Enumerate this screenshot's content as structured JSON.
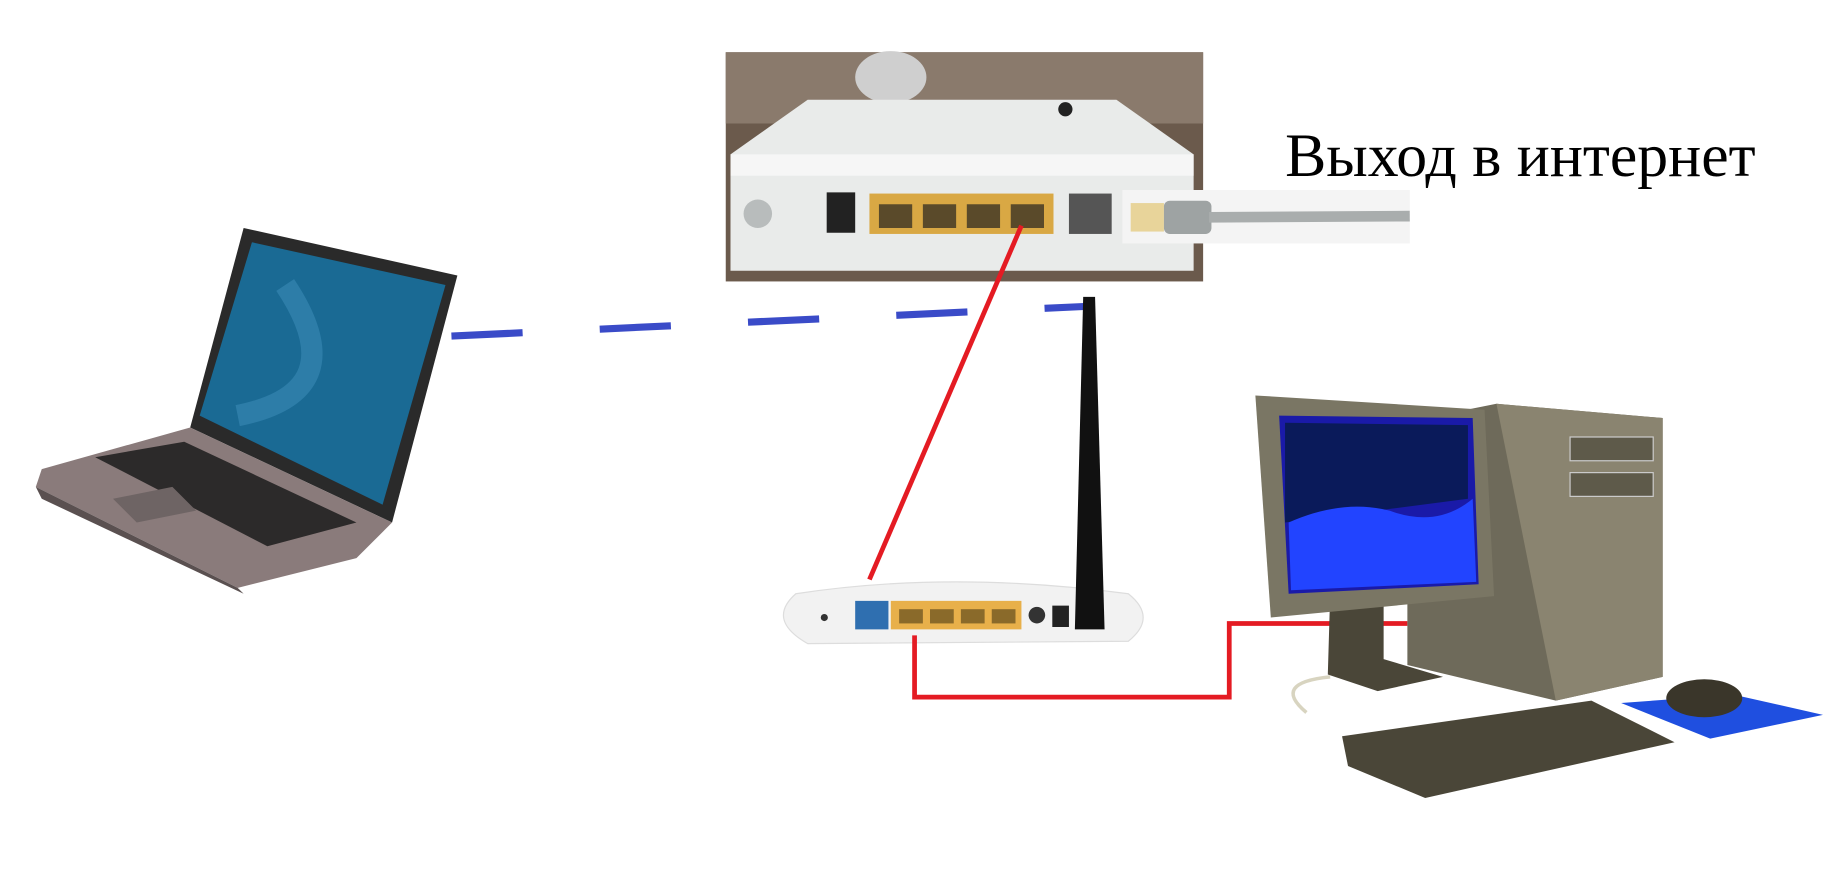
{
  "diagram": {
    "internet_label": "Выход в интернет",
    "colors": {
      "wired_link": "#e41b23",
      "wireless_link": "#3a4bc8",
      "router_wan_port": "#2f6fb0",
      "router_lan_ports": "#e8b04a"
    },
    "nodes": [
      {
        "id": "modem",
        "icon": "adsl-modem-photo"
      },
      {
        "id": "internet-cable",
        "icon": "ethernet-cable"
      },
      {
        "id": "wifi-router",
        "icon": "wifi-router"
      },
      {
        "id": "laptop",
        "icon": "laptop"
      },
      {
        "id": "desktop-pc",
        "icon": "desktop-computer"
      }
    ],
    "links": [
      {
        "from": "modem",
        "to": "wifi-router",
        "type": "wired"
      },
      {
        "from": "wifi-router",
        "to": "laptop",
        "type": "wireless"
      },
      {
        "from": "wifi-router",
        "to": "desktop-pc",
        "type": "wired"
      }
    ]
  }
}
